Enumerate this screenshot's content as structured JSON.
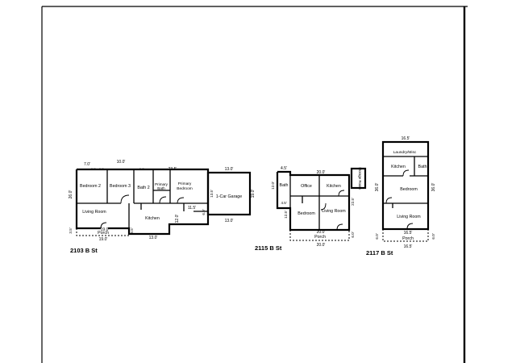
{
  "plans": [
    {
      "address": "2103 B St",
      "rooms": {
        "bedroom_2": "Bedroom 2",
        "bedroom_3": "Bedroom 3",
        "bath_2": "Bath 2",
        "primary_bath_1": "Primary",
        "primary_bath_2": "Bath",
        "primary_bedroom_1": "Primary",
        "primary_bedroom_2": "Bedroom",
        "garage": "1-Car Garage",
        "living_room": "Living Room",
        "kitchen": "Kitchen",
        "porch": "Porch"
      },
      "dims": {
        "top_a": "7.0'",
        "top_b": "10.0'",
        "top_c": "23.5'",
        "top_garage": "13.0'",
        "small_1": "2.5'",
        "small_2": "3.5'",
        "small_3": "5.0'",
        "left": "26.0'",
        "left_low": "3.5'",
        "mid": "11.5'",
        "kitchen_side": "12.0'",
        "porch_w": "19.0'",
        "porch_side": "3.5'",
        "base": "19.0'",
        "bottom": "13.0'",
        "garage_left": "13.5'",
        "garage_left_low": "6.0'",
        "garage_right": "19.0'",
        "garage_bottom": "13.0'"
      }
    },
    {
      "address": "2115 B St",
      "rooms": {
        "bath": "Bath",
        "office": "Office",
        "kitchen": "Kitchen",
        "storage": "Storage Room",
        "bedroom": "Bedroom",
        "living_room": "Living Room",
        "porch": "Porch"
      },
      "dims": {
        "bath_top": "4.5'",
        "top": "20.0'",
        "bath_side": "12.0'",
        "side_a": "12.5'",
        "side_b": "4.5'",
        "right": "22.5'",
        "bottom": "20.0'",
        "porch_side": "6.0'",
        "porch_base": "20.0'"
      }
    },
    {
      "address": "2117 B St",
      "rooms": {
        "laundry": "Laundry/Misc",
        "kitchen": "Kitchen",
        "bath": "Bath",
        "bedroom": "Bedroom",
        "living_room": "Living Room",
        "porch": "Porch"
      },
      "dims": {
        "top": "16.5'",
        "left": "36.0'",
        "right": "36.0'",
        "bottom": "16.5'",
        "porch_left": "6.0'",
        "porch_right": "6.0'",
        "porch_base": "16.5'"
      }
    }
  ]
}
